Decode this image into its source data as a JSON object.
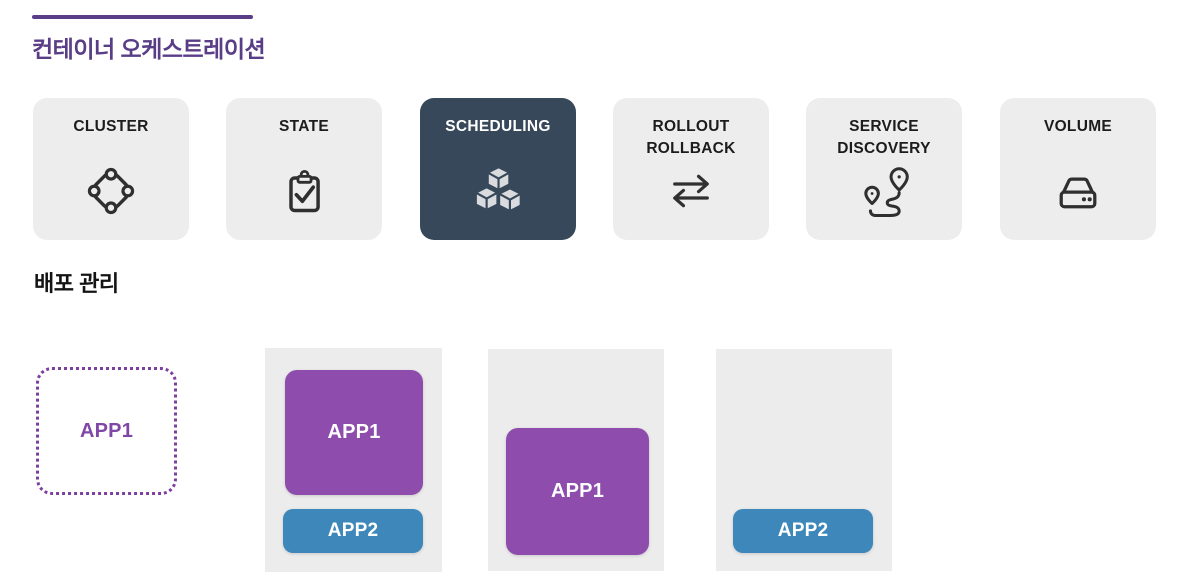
{
  "header": {
    "title": "컨테이너 오케스트레이션",
    "accent_color": "#5a3d87"
  },
  "feature_cards": [
    {
      "label": "CLUSTER",
      "icon": "cluster-icon",
      "active": false
    },
    {
      "label": "STATE",
      "icon": "clipboard-check-icon",
      "active": false
    },
    {
      "label": "SCHEDULING",
      "icon": "cubes-icon",
      "active": true
    },
    {
      "label": "ROLLOUT ROLLBACK",
      "icon": "swap-arrows-icon",
      "active": false
    },
    {
      "label": "SERVICE DISCOVERY",
      "icon": "route-pins-icon",
      "active": false
    },
    {
      "label": "VOLUME",
      "icon": "storage-drive-icon",
      "active": false
    }
  ],
  "deployment": {
    "section_title": "배포 관리",
    "pending_app": {
      "label": "APP1",
      "text_color": "#8048a6",
      "border_color": "#7b3f9f"
    },
    "nodes": [
      {
        "apps": [
          {
            "label": "APP1",
            "color": "#8e4cad"
          },
          {
            "label": "APP2",
            "color": "#3d87ba"
          }
        ]
      },
      {
        "apps": [
          {
            "label": "APP1",
            "color": "#8e4cad"
          }
        ]
      },
      {
        "apps": [
          {
            "label": "APP2",
            "color": "#3d87ba"
          }
        ]
      }
    ]
  },
  "colors": {
    "card_background": "#ededed",
    "active_card_background": "#37485a",
    "node_background": "#ececec",
    "app1_purple": "#8e4cad",
    "app2_blue": "#3d87ba",
    "title_purple": "#5a3d87"
  }
}
